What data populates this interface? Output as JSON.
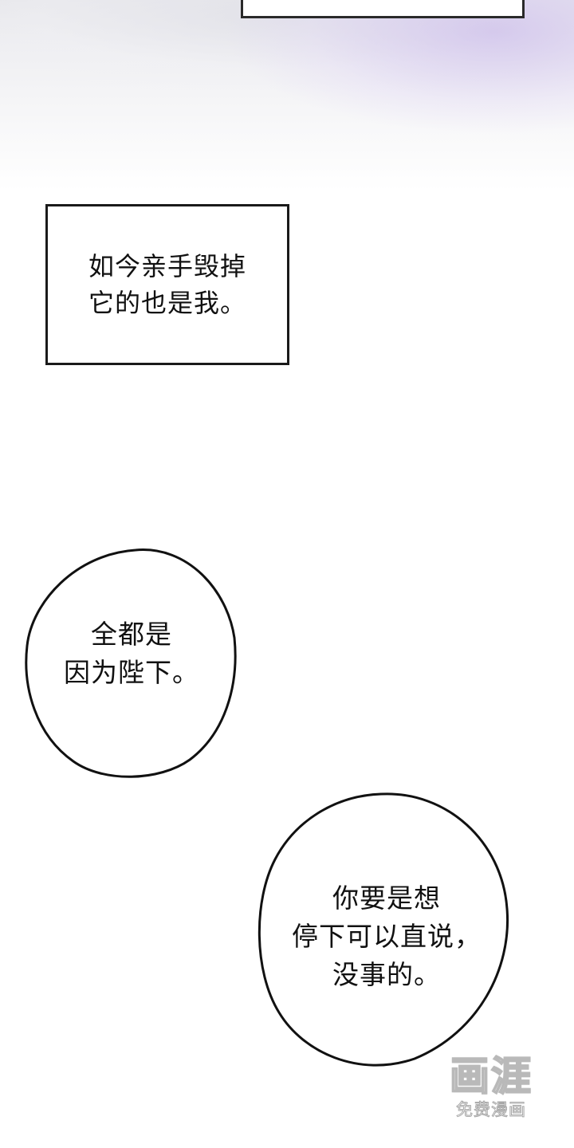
{
  "panels": {
    "narration": {
      "text": "如今亲手毁掉\n它的也是我。"
    },
    "bubble_1": {
      "text": "全都是\n因为陛下。"
    },
    "bubble_2": {
      "text": "你要是想\n停下可以直说，\n没事的。"
    }
  },
  "watermark": {
    "logo": "画涯",
    "subtitle": "免费漫画"
  },
  "colors": {
    "ink": "#111111",
    "haze_lavender": "#cdbeeb",
    "haze_gray": "#e6e6ea"
  }
}
